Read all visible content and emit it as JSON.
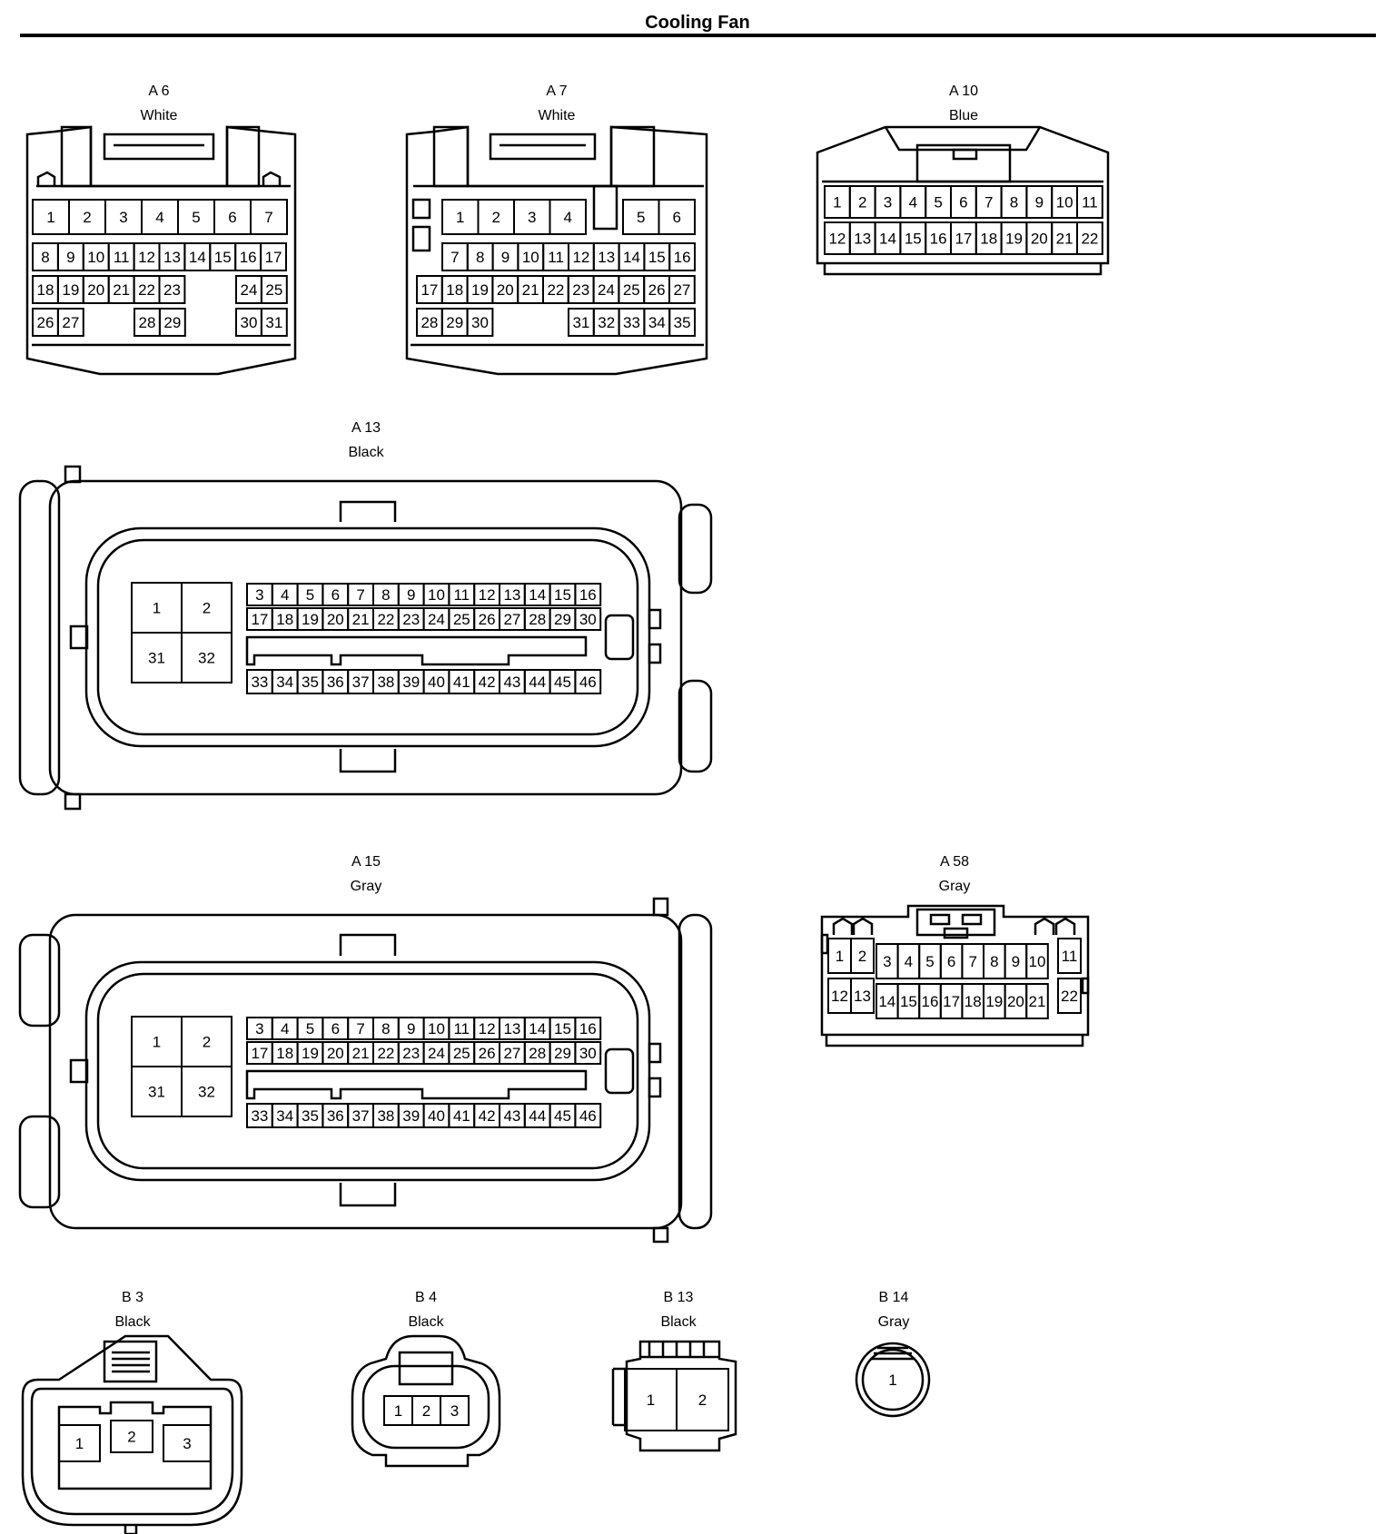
{
  "page_title": "Cooling Fan",
  "connectors": [
    {
      "id": "A 6",
      "color": "White",
      "pins": [
        "1",
        "2",
        "3",
        "4",
        "5",
        "6",
        "7",
        "8",
        "9",
        "10",
        "11",
        "12",
        "13",
        "14",
        "15",
        "16",
        "17",
        "18",
        "19",
        "20",
        "21",
        "22",
        "23",
        "24",
        "25",
        "26",
        "27",
        "28",
        "29",
        "30",
        "31"
      ]
    },
    {
      "id": "A 7",
      "color": "White",
      "pins": [
        "1",
        "2",
        "3",
        "4",
        "5",
        "6",
        "7",
        "8",
        "9",
        "10",
        "11",
        "12",
        "13",
        "14",
        "15",
        "16",
        "17",
        "18",
        "19",
        "20",
        "21",
        "22",
        "23",
        "24",
        "25",
        "26",
        "27",
        "28",
        "29",
        "30",
        "31",
        "32",
        "33",
        "34",
        "35"
      ]
    },
    {
      "id": "A 10",
      "color": "Blue",
      "pins": [
        "1",
        "2",
        "3",
        "4",
        "5",
        "6",
        "7",
        "8",
        "9",
        "10",
        "11",
        "12",
        "13",
        "14",
        "15",
        "16",
        "17",
        "18",
        "19",
        "20",
        "21",
        "22"
      ]
    },
    {
      "id": "A 13",
      "color": "Black",
      "pins": [
        "1",
        "2",
        "3",
        "4",
        "5",
        "6",
        "7",
        "8",
        "9",
        "10",
        "11",
        "12",
        "13",
        "14",
        "15",
        "16",
        "17",
        "18",
        "19",
        "20",
        "21",
        "22",
        "23",
        "24",
        "25",
        "26",
        "27",
        "28",
        "29",
        "30",
        "31",
        "32",
        "33",
        "34",
        "35",
        "36",
        "37",
        "38",
        "39",
        "40",
        "41",
        "42",
        "43",
        "44",
        "45",
        "46"
      ]
    },
    {
      "id": "A 15",
      "color": "Gray",
      "pins": [
        "1",
        "2",
        "3",
        "4",
        "5",
        "6",
        "7",
        "8",
        "9",
        "10",
        "11",
        "12",
        "13",
        "14",
        "15",
        "16",
        "17",
        "18",
        "19",
        "20",
        "21",
        "22",
        "23",
        "24",
        "25",
        "26",
        "27",
        "28",
        "29",
        "30",
        "31",
        "32",
        "33",
        "34",
        "35",
        "36",
        "37",
        "38",
        "39",
        "40",
        "41",
        "42",
        "43",
        "44",
        "45",
        "46"
      ]
    },
    {
      "id": "A 58",
      "color": "Gray",
      "pins": [
        "1",
        "2",
        "3",
        "4",
        "5",
        "6",
        "7",
        "8",
        "9",
        "10",
        "11",
        "12",
        "13",
        "14",
        "15",
        "16",
        "17",
        "18",
        "19",
        "20",
        "21",
        "22"
      ]
    },
    {
      "id": "B 3",
      "color": "Black",
      "pins": [
        "1",
        "2",
        "3"
      ]
    },
    {
      "id": "B 4",
      "color": "Black",
      "pins": [
        "1",
        "2",
        "3"
      ]
    },
    {
      "id": "B 13",
      "color": "Black",
      "pins": [
        "1",
        "2"
      ]
    },
    {
      "id": "B 14",
      "color": "Gray",
      "pins": [
        "1"
      ]
    }
  ]
}
